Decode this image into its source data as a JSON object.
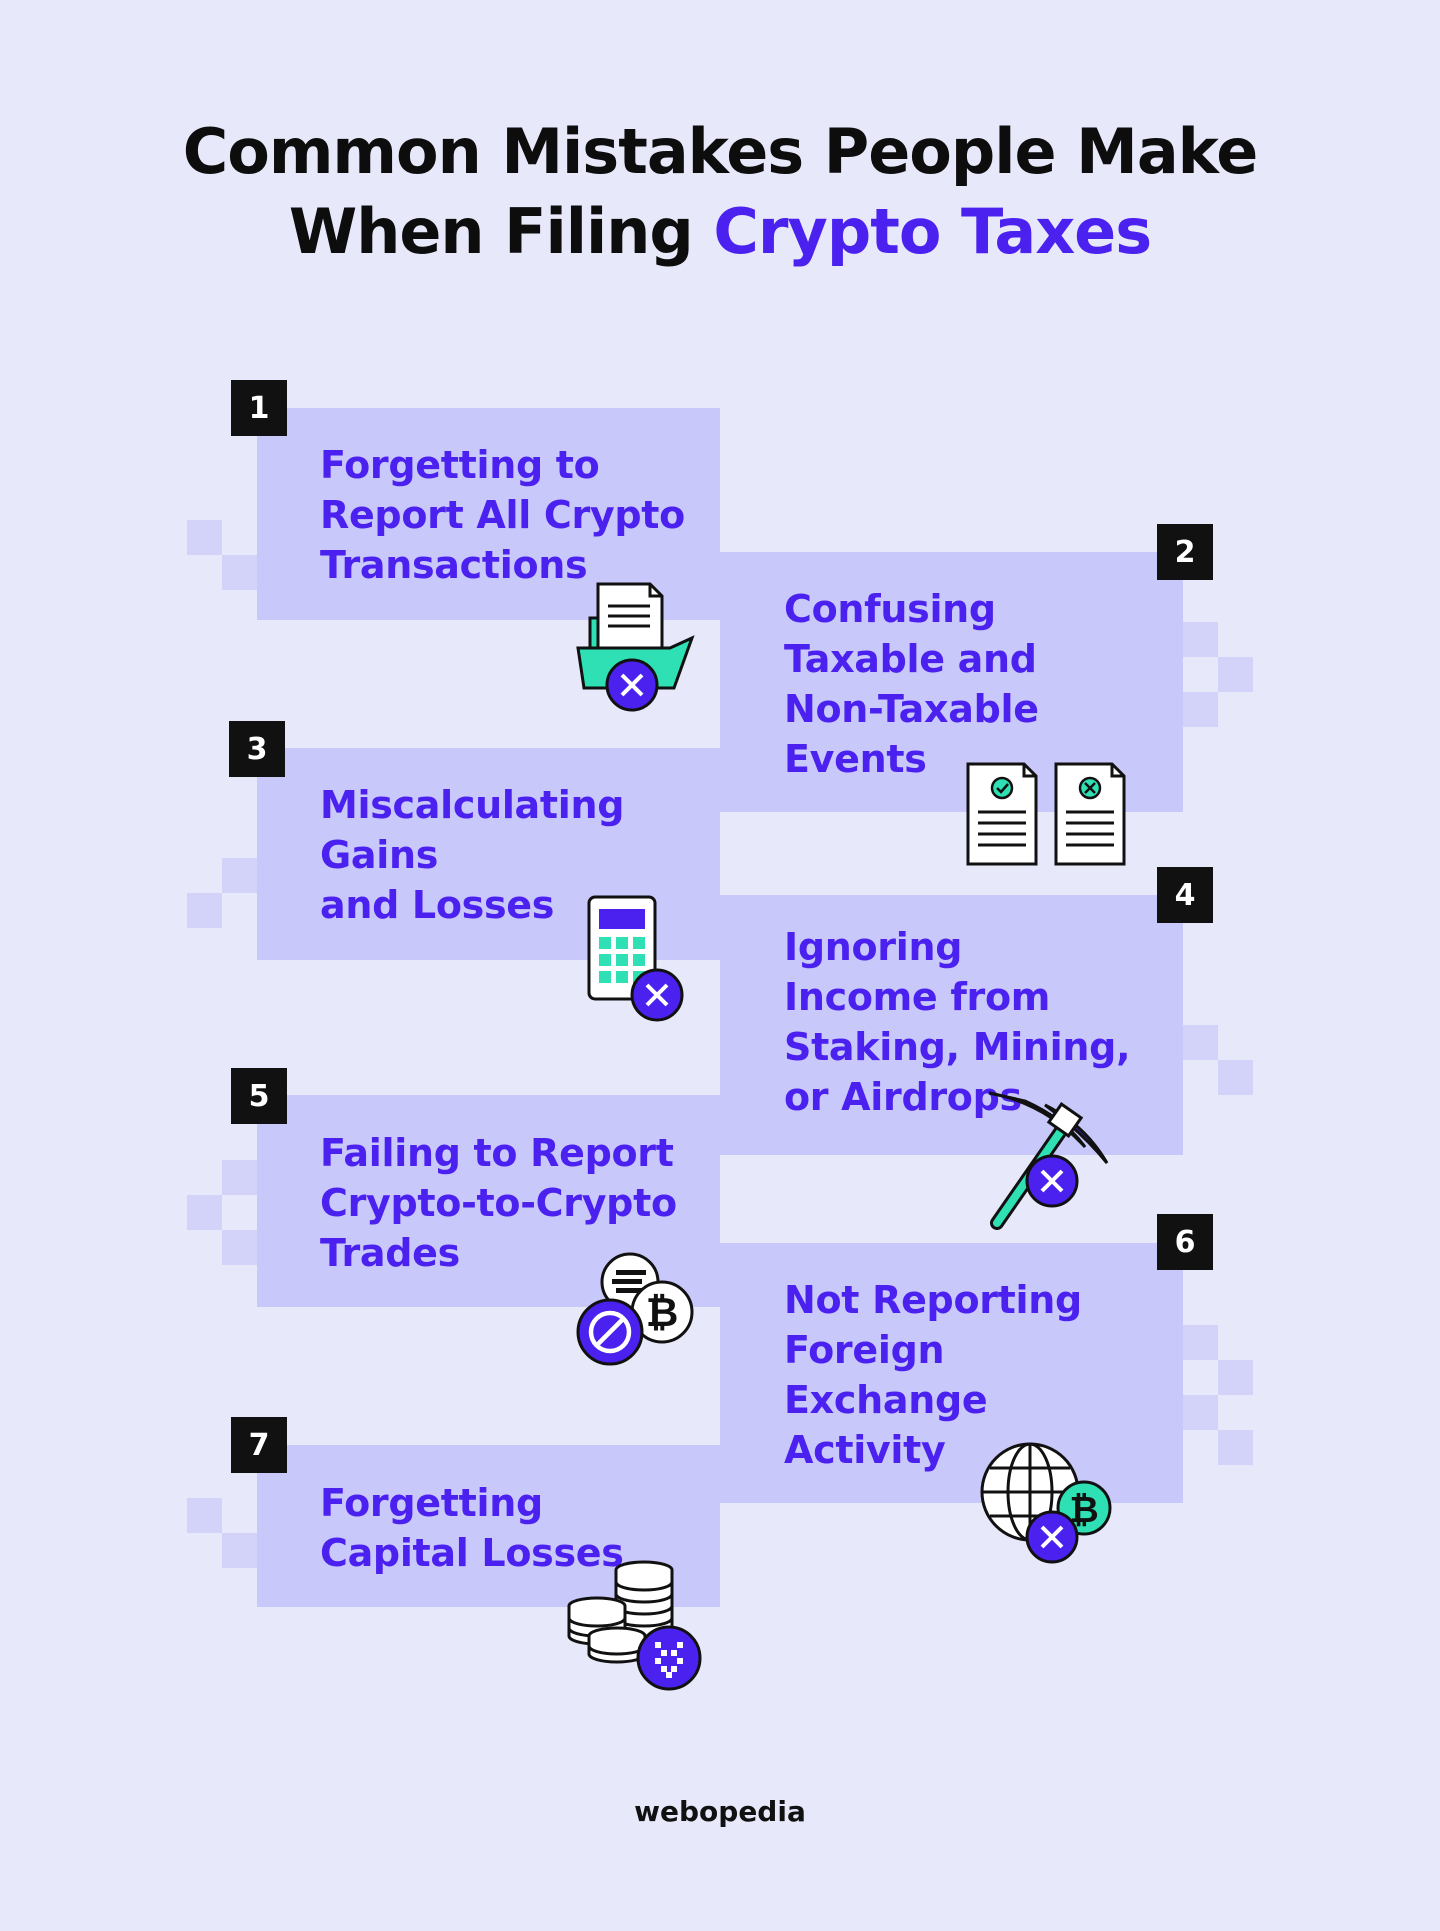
{
  "title": {
    "line1": "Common Mistakes People Make",
    "line2_prefix": "When Filing ",
    "line2_accent": "Crypto Taxes"
  },
  "colors": {
    "background": "#e8e8fb",
    "panel": "#c9c8fb",
    "accent": "#4b21f0",
    "teal": "#2ee0b3",
    "badge": "#111111"
  },
  "mistakes": [
    {
      "number": "1",
      "lines": [
        "Forgetting to",
        "Report All Crypto",
        "Transactions"
      ],
      "icon": "folder-x-icon"
    },
    {
      "number": "2",
      "lines": [
        "Confusing",
        "Taxable and",
        "Non-Taxable",
        "Events"
      ],
      "icon": "documents-check-x-icon"
    },
    {
      "number": "3",
      "lines": [
        "Miscalculating",
        "Gains",
        "and Losses"
      ],
      "icon": "calculator-x-icon"
    },
    {
      "number": "4",
      "lines": [
        "Ignoring",
        "Income from",
        "Staking, Mining,",
        "or Airdrops"
      ],
      "icon": "pickaxe-x-icon"
    },
    {
      "number": "5",
      "lines": [
        "Failing to Report",
        "Crypto-to-Crypto",
        "Trades"
      ],
      "icon": "coins-blocked-icon"
    },
    {
      "number": "6",
      "lines": [
        "Not Reporting",
        "Foreign",
        "Exchange",
        "Activity"
      ],
      "icon": "globe-bitcoin-x-icon"
    },
    {
      "number": "7",
      "lines": [
        "Forgetting",
        "Capital Losses"
      ],
      "icon": "coin-stacks-down-icon"
    }
  ],
  "brand": {
    "logo_text": "webopedia"
  }
}
